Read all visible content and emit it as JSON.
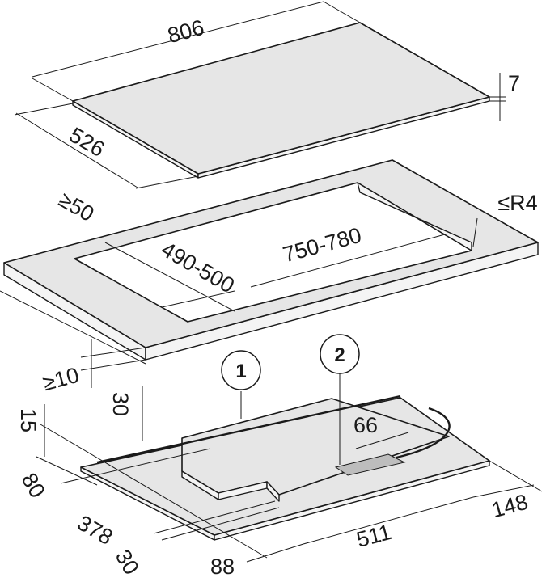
{
  "dimensions": {
    "glass_width": "806",
    "glass_thickness": "7",
    "glass_depth": "526",
    "min_edge_distance": "≥50",
    "corner_radius": "≤R4",
    "cutout_depth": "490-500",
    "cutout_width": "750-780",
    "min_worktop_thickness": "≥10",
    "step_height": "30",
    "frame_height": "15",
    "connection_width": "66",
    "offset_80": "80",
    "depth_378": "378",
    "offset_30": "30",
    "offset_88": "88",
    "width_511": "511",
    "offset_148": "148"
  },
  "callouts": [
    "1",
    "2"
  ],
  "colors": {
    "line": "#1a1a1a",
    "surface": "#e6e6e6",
    "connector": "#bdbdbd"
  }
}
